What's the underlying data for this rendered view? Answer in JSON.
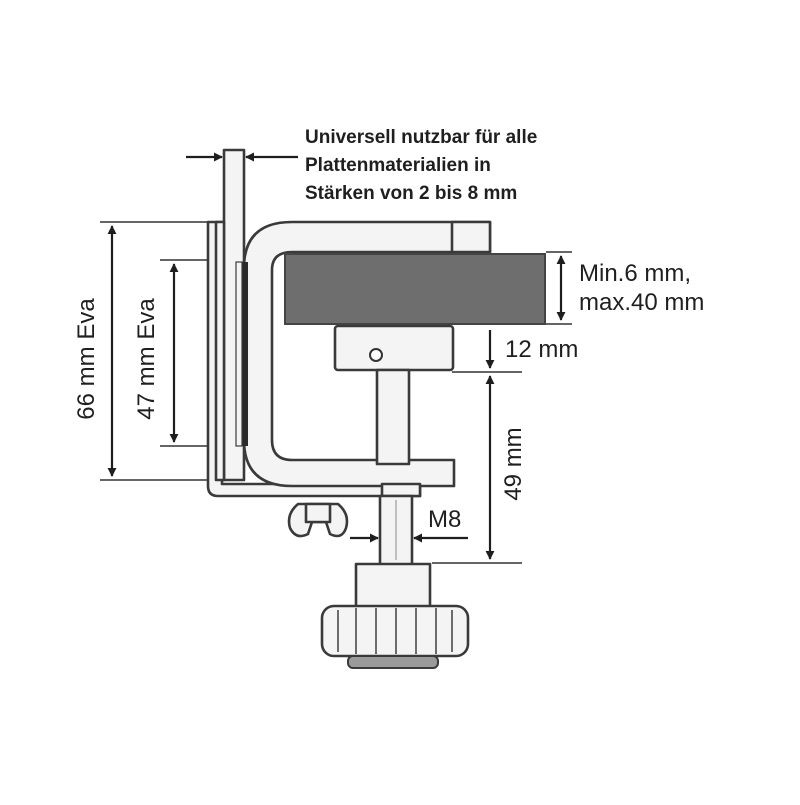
{
  "note": {
    "line1": "Universell nutzbar für alle",
    "line2": "Plattenmaterialien in",
    "line3": "Stärken von 2 bis 8 mm"
  },
  "dimensions": {
    "height_66": "66 mm Eva",
    "height_47": "47 mm Eva",
    "panel_line1": "Min.6 mm,",
    "panel_line2": "max.40 mm",
    "pad_12": "12 mm",
    "spindle_49": "49 mm",
    "thread": "M8"
  },
  "colors": {
    "metal": "#f4f4f4",
    "outline": "#3a3a3a",
    "board": "#6e6e6e",
    "dark_strip": "#2b2b2b",
    "text": "#1f1f1f"
  }
}
